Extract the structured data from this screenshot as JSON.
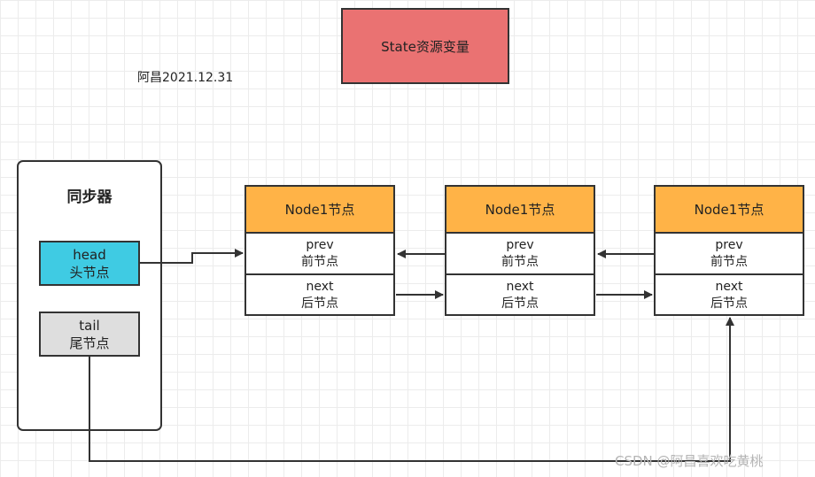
{
  "state": {
    "label": "State资源变量"
  },
  "author": {
    "label": "阿昌2021.12.31"
  },
  "sync": {
    "title": "同步器",
    "head": {
      "line1": "head",
      "line2": "头节点"
    },
    "tail": {
      "line1": "tail",
      "line2": "尾节点"
    }
  },
  "nodes": [
    {
      "title": "Node1节点",
      "prev_line1": "prev",
      "prev_line2": "前节点",
      "next_line1": "next",
      "next_line2": "后节点"
    },
    {
      "title": "Node1节点",
      "prev_line1": "prev",
      "prev_line2": "前节点",
      "next_line1": "next",
      "next_line2": "后节点"
    },
    {
      "title": "Node1节点",
      "prev_line1": "prev",
      "prev_line2": "前节点",
      "next_line1": "next",
      "next_line2": "后节点"
    }
  ],
  "watermark": {
    "label": "CSDN @阿昌喜欢吃黄桃"
  },
  "colors": {
    "state_fill": "#ea7272",
    "head_fill": "#3fcbe3",
    "tail_fill": "#dedede",
    "node_title_fill": "#ffb347",
    "line": "#333333"
  }
}
